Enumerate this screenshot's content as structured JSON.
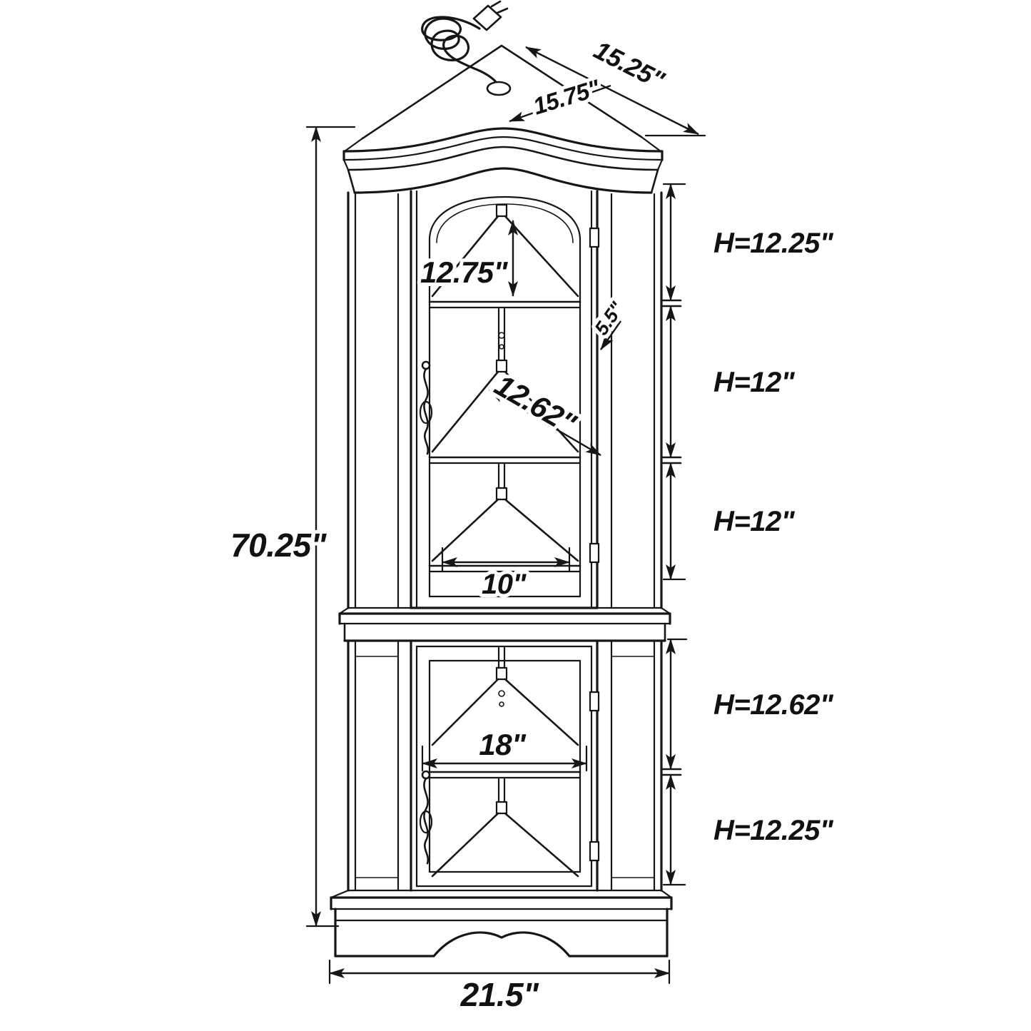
{
  "colors": {
    "line": "#161616",
    "label": "#111111",
    "background": "#ffffff"
  },
  "dims": {
    "top_right_edge": "15.25\"",
    "top_left_edge": "15.75\"",
    "upper_interior_height": "12.75\"",
    "side_glass_width": "5.5\"",
    "upper_shelf_1_height": "H=12.25\"",
    "upper_shelf_2_height": "H=12\"",
    "shelf_diagonal_depth": "12.62\"",
    "upper_shelf_3_height": "H=12\"",
    "upper_shelf_front_width": "10\"",
    "total_height": "70.25\"",
    "lower_shelf_front_width": "18\"",
    "lower_shelf_1_height": "H=12.62\"",
    "lower_shelf_2_height": "H=12.25\"",
    "base_width": "21.5\""
  }
}
